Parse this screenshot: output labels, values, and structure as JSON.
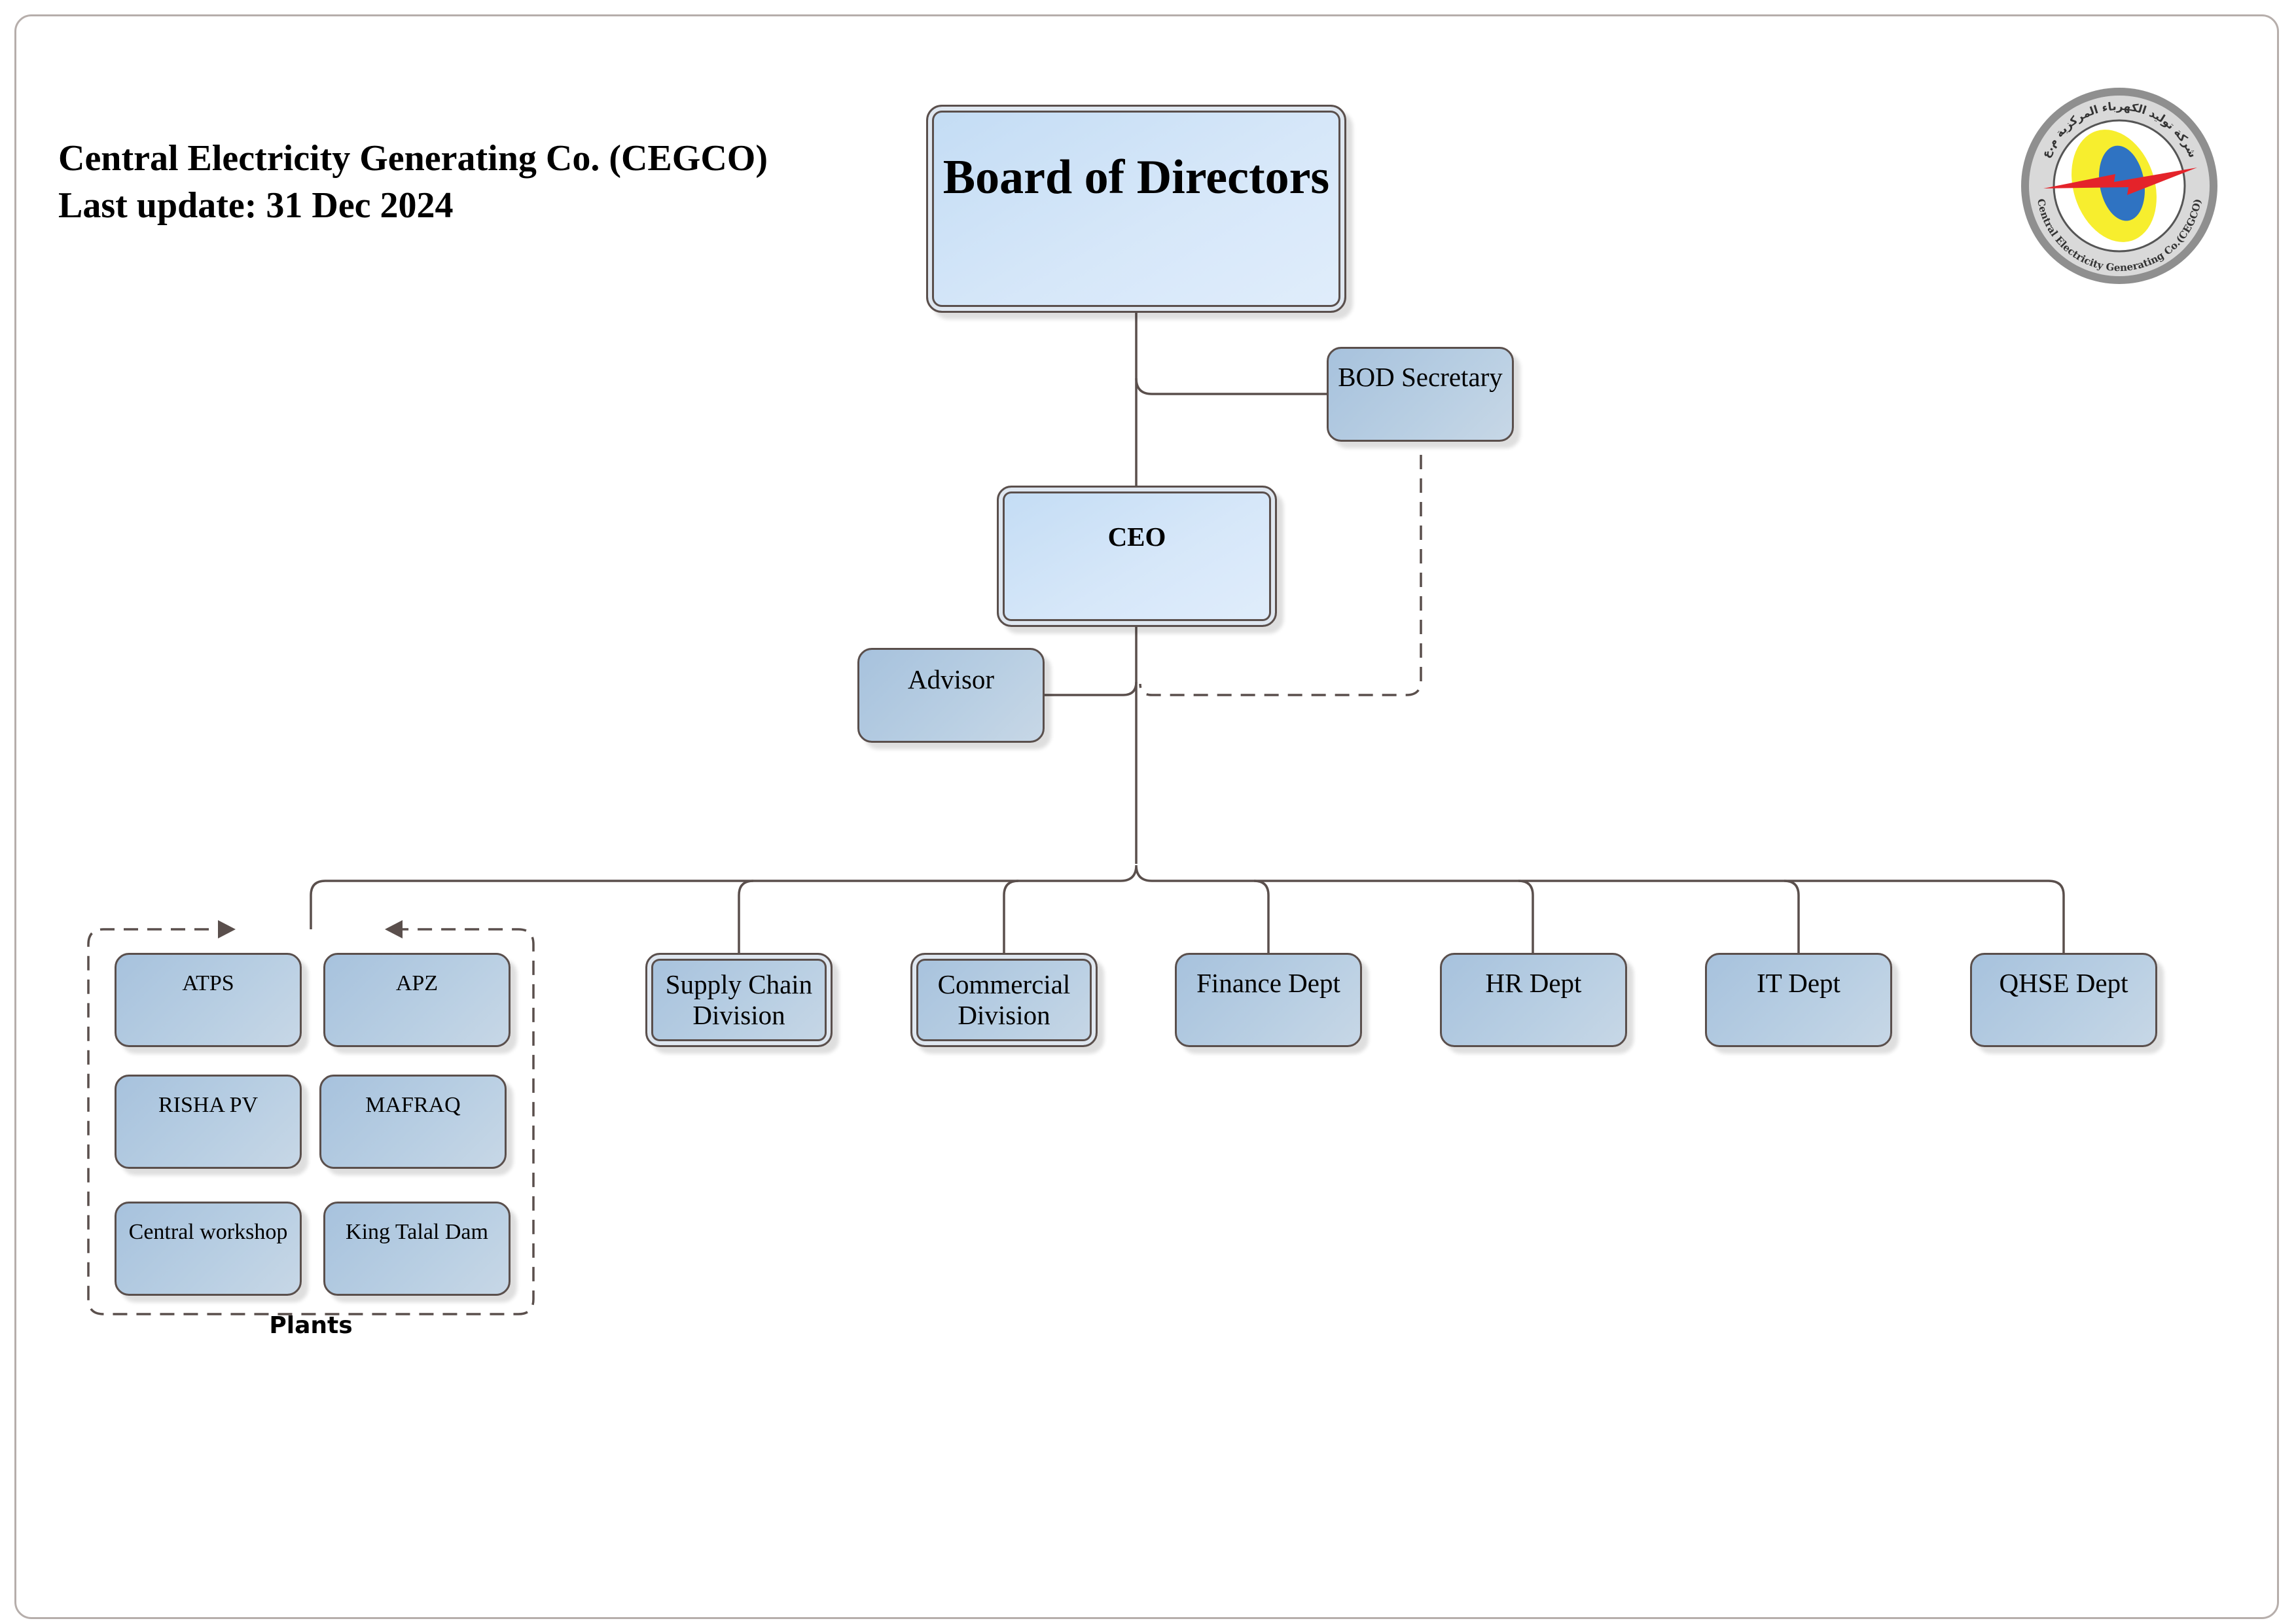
{
  "header": {
    "company_line": "Central Electricity Generating Co. (CEGCO)",
    "update_line": "Last update: 31 Dec 2024"
  },
  "logo": {
    "icon": "cegco-logo-icon",
    "ring_text_top": "شركة توليد الكهرباء المركزية م.ع",
    "ring_text_bottom": "Central Electricity Generating Co.(CEGCO)"
  },
  "nodes": {
    "board": "Board of Directors",
    "bod_secretary": "BOD Secretary",
    "ceo": "CEO",
    "advisor": "Advisor"
  },
  "departments": [
    {
      "id": "supply-chain-division",
      "line1": "Supply Chain",
      "line2": "Division"
    },
    {
      "id": "commercial-division",
      "line1": "Commercial",
      "line2": "Division"
    },
    {
      "id": "finance-dept",
      "line1": "Finance Dept",
      "line2": ""
    },
    {
      "id": "hr-dept",
      "line1": "HR Dept",
      "line2": ""
    },
    {
      "id": "it-dept",
      "line1": "IT Dept",
      "line2": ""
    },
    {
      "id": "qhse-dept",
      "line1": "QHSE Dept",
      "line2": ""
    }
  ],
  "plants": {
    "label": "Plants",
    "items": [
      "ATPS",
      "APZ",
      "RISHA PV",
      "MAFRAQ",
      "Central workshop",
      "King Talal Dam"
    ]
  },
  "colors": {
    "connector": "#5a4f4c",
    "box_light": "#d6e7f9",
    "box_mid": "#b3cbe2",
    "frame": "#b6aeab"
  }
}
